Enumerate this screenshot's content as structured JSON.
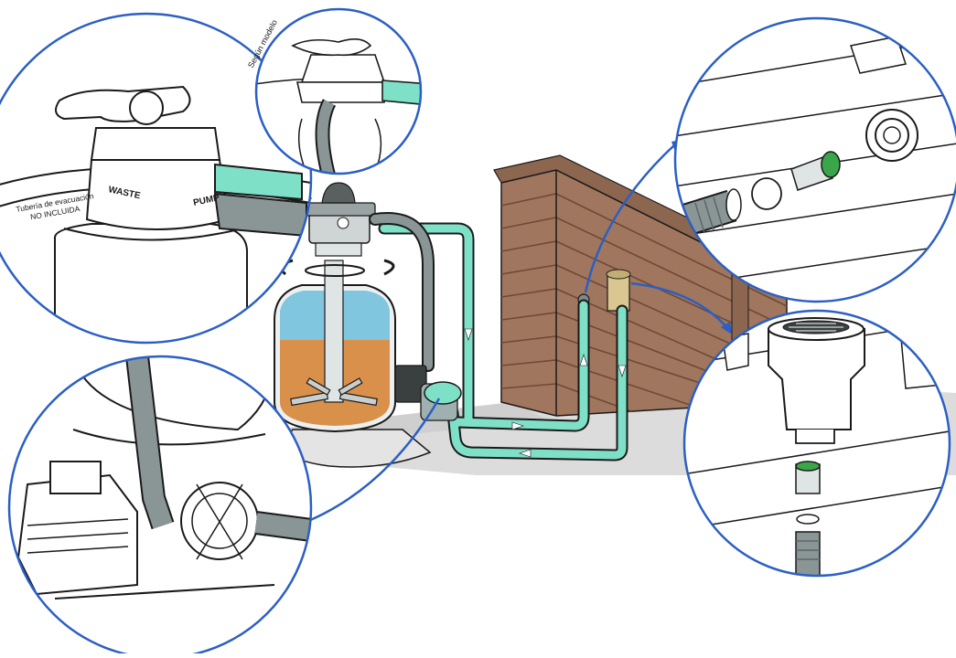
{
  "labels": {
    "segun_modelo": "Según modelo",
    "tuberia_line1": "Tubería de evacuación",
    "tuberia_line2": "NO INCLUIDA",
    "waste": "WASTE",
    "pump": "PUMP"
  },
  "colors": {
    "outline": "#1a1a1a",
    "callout_ring": "#2b5fc4",
    "teal_hose": "#7fe0c8",
    "teal_hose_dark": "#46b89c",
    "gray_hose": "#8a9596",
    "gray_hose_light": "#b5bebe",
    "pool_water": "#4f8a74",
    "wood": "#a0765e",
    "wood_dark": "#6e4a36",
    "sand": "#d9904a",
    "tank_water": "#7fc6de",
    "ground": "#d9d9d9",
    "skimmer_tan": "#d9c690",
    "green_ring": "#3aa64a"
  },
  "icons": {
    "arrow_up": "arrow-up-icon",
    "arrow_down": "arrow-down-icon",
    "arrow_right": "arrow-right-icon",
    "arrow_left": "arrow-left-icon"
  }
}
